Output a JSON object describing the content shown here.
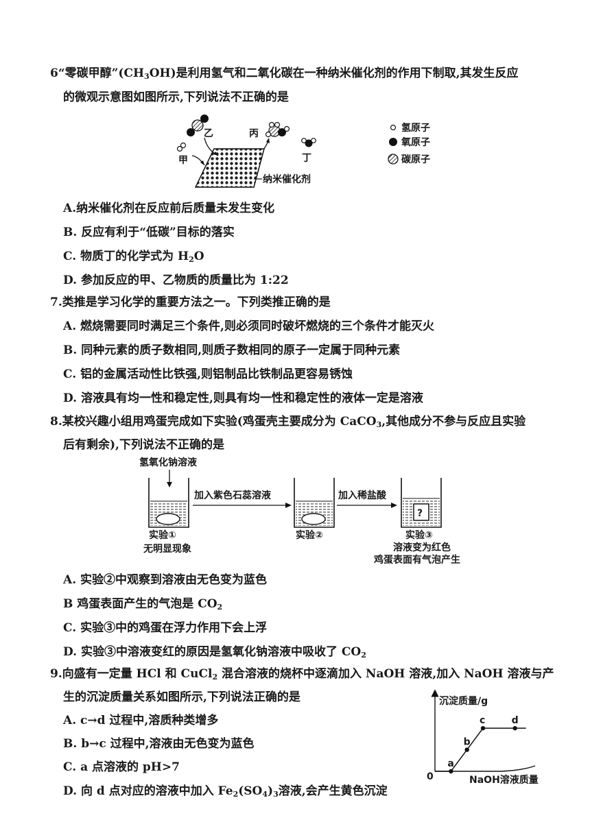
{
  "q6": {
    "num": "6",
    "stem_l1_a": "“零碳甲醇”(CH",
    "stem_l1_sub": "3",
    "stem_l1_b": "OH)是利用氢气和二氧化碳在一种纳米催化剂的作用下制取,其发生反应",
    "stem_l2": "的微观示意图如图所示,下列说法不正确的是",
    "diagram": {
      "label_yi": "乙",
      "label_bing": "丙",
      "label_jia": "甲",
      "label_ding": "丁",
      "catalyst": "纳米催化剂",
      "legend_h": "氢原子",
      "legend_o": "氧原子",
      "legend_c": "碳原子"
    },
    "opt_a": "A.纳米催化剂在反应前后质量未发生变化",
    "opt_b": "B. 反应有利于“低碳”目标的落实",
    "opt_c_a": "C. 物质丁的化学式为 H",
    "opt_c_sub": "2",
    "opt_c_b": "O",
    "opt_d": "D. 参加反应的甲、乙物质的质量比为 1:22"
  },
  "q7": {
    "stem": "7.类推是学习化学的重要方法之一。下列类推正确的是",
    "opt_a": "A. 燃烧需要同时满足三个条件,则必须同时破坏燃烧的三个条件才能灭火",
    "opt_b": "B. 同种元素的质子数相同,则质子数相同的原子一定属于同种元素",
    "opt_c": "C. 铝的金属活动性比铁强,则铝制品比铁制品更容易锈蚀",
    "opt_d": "D. 溶液具有均一性和稳定性,则具有均一性和稳定性的液体一定是溶液"
  },
  "q8": {
    "stem_l1_a": "8.某校兴趣小组用鸡蛋完成如下实验(鸡蛋壳主要成分为 CaCO",
    "stem_l1_sub": "3",
    "stem_l1_b": ",其他成分不参与反应且实验",
    "stem_l2": "后有剩余),下列说法不正确的是",
    "diagram": {
      "naoh": "氢氧化钠溶液",
      "arrow1": "加入紫色石蕊溶液",
      "arrow2": "加入稀盐酸",
      "exp1": "实验①",
      "exp1_note": "无明显现象",
      "exp2": "实验②",
      "exp3": "实验③",
      "exp3_note1": "溶液变为红色",
      "exp3_note2": "鸡蛋表面有气泡产生",
      "question_mark": "?"
    },
    "opt_a": "A. 实验②中观察到溶液由无色变为蓝色",
    "opt_b_a": "B  鸡蛋表面产生的气泡是 CO",
    "opt_b_sub": "2",
    "opt_c": "C. 实验③中的鸡蛋在浮力作用下会上浮",
    "opt_d_a": "D. 实验③中溶液变红的原因是氢氧化钠溶液中吸收了 CO",
    "opt_d_sub": "2"
  },
  "q9": {
    "stem_l1_a": "9.向盛有一定量 HCl 和 CuCl",
    "stem_l1_sub": "2",
    "stem_l1_b": " 混合溶液的烧杯中逐滴加入 NaOH 溶液,加入 NaOH 溶液与产",
    "stem_l2": "生的沉淀质量关系如图所示,下列说法正确的是",
    "opt_a": "A. c→d 过程中,溶质种类增多",
    "opt_b": "B. b→c 过程中,溶液由无色变为蓝色",
    "opt_c": "C. a 点溶液的 pH>7",
    "opt_d_a": "D. 向 d 点对应的溶液中加入 Fe",
    "opt_d_sub1": "2",
    "opt_d_b": "(SO",
    "opt_d_sub2": "4",
    "opt_d_c": ")",
    "opt_d_sub3": "3",
    "opt_d_d": "溶液,会产生黄色沉淀"
  },
  "chart_data": {
    "type": "line",
    "ylabel": "沉淀质量/g",
    "xlabel": "NaOH溶液质量",
    "origin_label": "0",
    "points": [
      {
        "label": "a",
        "x": 1,
        "y": 0
      },
      {
        "label": "b",
        "x": 2,
        "y": 1.1
      },
      {
        "label": "c",
        "x": 3,
        "y": 2.2
      },
      {
        "label": "d",
        "x": 5,
        "y": 2.2
      }
    ],
    "xlim": [
      0,
      6
    ],
    "ylim": [
      0,
      3.5
    ]
  }
}
